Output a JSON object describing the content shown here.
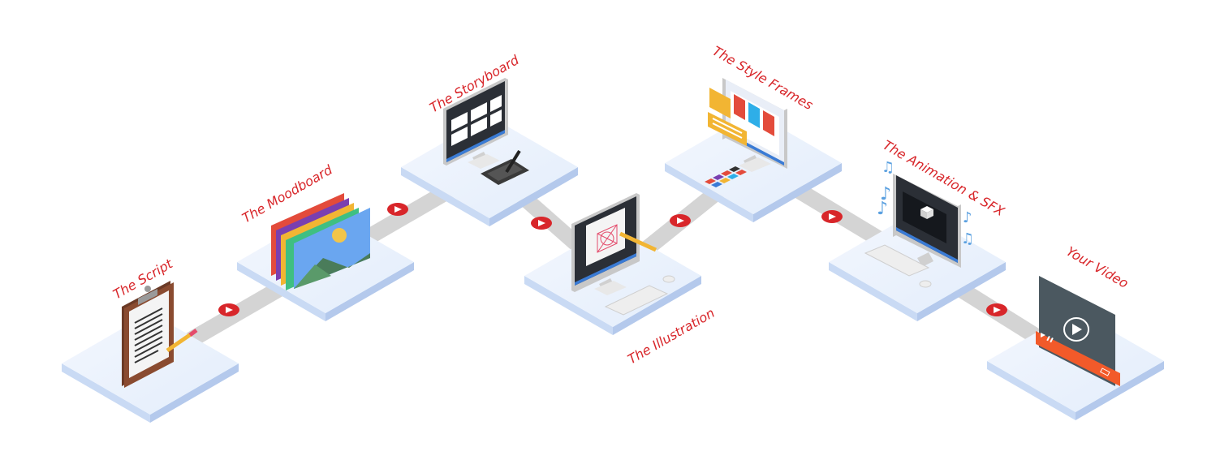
{
  "stages": {
    "script": "The Script",
    "moodboard": "The Moodboard",
    "storyboard": "The Storyboard",
    "illustration": "The Illustration",
    "style_frames": "The Style Frames",
    "animation": "The Animation & SFX",
    "video": "Your Video"
  },
  "colors": {
    "label_red": "#d8262a",
    "tile_top": "#eef4fd",
    "tile_side_left": "#c9daf4",
    "tile_side_right": "#b4c9ec",
    "road": "#d4d4d4",
    "arrow_red": "#d8262a"
  },
  "icons": [
    "clipboard-icon",
    "pencil-icon",
    "image-stack-icon",
    "monitor-icon",
    "pen-tablet-icon",
    "keyboard-icon",
    "mouse-icon",
    "color-palette-icon",
    "music-note-icon",
    "video-player-icon",
    "play-icon",
    "next-arrow-icon"
  ]
}
